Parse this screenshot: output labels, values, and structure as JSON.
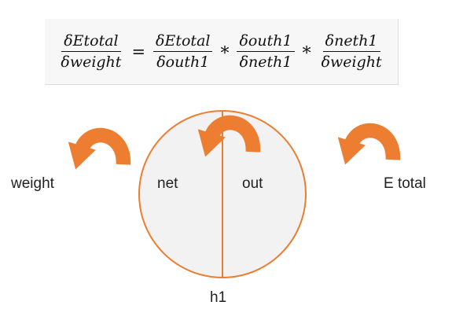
{
  "formula": {
    "lhs": {
      "numerator": "δEtotal",
      "denominator": "δweight"
    },
    "equals": "=",
    "terms": [
      {
        "numerator": "δEtotal",
        "denominator": "δouth1"
      },
      {
        "numerator": "δouth1",
        "denominator": "δneth1"
      },
      {
        "numerator": "δneth1",
        "denominator": "δweight"
      }
    ],
    "operator": "*"
  },
  "labels": {
    "weight": "weight",
    "net": "net",
    "out": "out",
    "e_total": "E total",
    "node": "h1"
  },
  "colors": {
    "arrow": "#ed7d31",
    "node_stroke": "#ed7d31",
    "node_fill": "#f2f2f2"
  },
  "icons": [
    "curved-arrow-left-icon",
    "curved-arrow-left-icon",
    "curved-arrow-left-icon"
  ]
}
